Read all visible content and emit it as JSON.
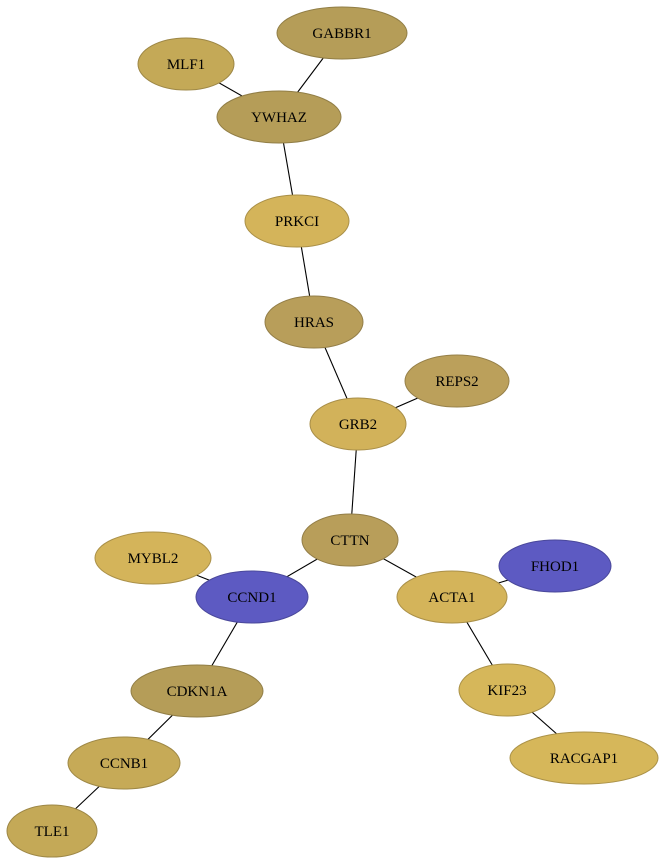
{
  "colors": {
    "tan_dark": "#B59D58",
    "tan_mid": "#C4A957",
    "tan_olive": "#B69C5A",
    "gold": "#D4B45A",
    "blue": "#5D5AC2"
  },
  "nodes": [
    {
      "id": "GABBR1",
      "label": "GABBR1",
      "color": "#B59D58"
    },
    {
      "id": "MLF1",
      "label": "MLF1",
      "color": "#C4A957"
    },
    {
      "id": "YWHAZ",
      "label": "YWHAZ",
      "color": "#B59D58"
    },
    {
      "id": "PRKCI",
      "label": "PRKCI",
      "color": "#D4B45A"
    },
    {
      "id": "HRAS",
      "label": "HRAS",
      "color": "#B89E5A"
    },
    {
      "id": "REPS2",
      "label": "REPS2",
      "color": "#BBA05B"
    },
    {
      "id": "GRB2",
      "label": "GRB2",
      "color": "#D2B25A"
    },
    {
      "id": "CTTN",
      "label": "CTTN",
      "color": "#B89E5A"
    },
    {
      "id": "MYBL2",
      "label": "MYBL2",
      "color": "#D4B45A"
    },
    {
      "id": "FHOD1",
      "label": "FHOD1",
      "color": "#5D5AC2"
    },
    {
      "id": "CCND1",
      "label": "CCND1",
      "color": "#5D5AC2"
    },
    {
      "id": "ACTA1",
      "label": "ACTA1",
      "color": "#D4B45A"
    },
    {
      "id": "CDKN1A",
      "label": "CDKN1A",
      "color": "#B59D58"
    },
    {
      "id": "KIF23",
      "label": "KIF23",
      "color": "#D6B75A"
    },
    {
      "id": "CCNB1",
      "label": "CCNB1",
      "color": "#C6AA57"
    },
    {
      "id": "RACGAP1",
      "label": "RACGAP1",
      "color": "#D6B75A"
    },
    {
      "id": "TLE1",
      "label": "TLE1",
      "color": "#C4A957"
    }
  ],
  "edges": [
    {
      "source": "GABBR1",
      "target": "YWHAZ"
    },
    {
      "source": "MLF1",
      "target": "YWHAZ"
    },
    {
      "source": "YWHAZ",
      "target": "PRKCI"
    },
    {
      "source": "PRKCI",
      "target": "HRAS"
    },
    {
      "source": "HRAS",
      "target": "GRB2"
    },
    {
      "source": "REPS2",
      "target": "GRB2"
    },
    {
      "source": "GRB2",
      "target": "CTTN"
    },
    {
      "source": "CTTN",
      "target": "CCND1"
    },
    {
      "source": "CTTN",
      "target": "ACTA1"
    },
    {
      "source": "MYBL2",
      "target": "CCND1"
    },
    {
      "source": "FHOD1",
      "target": "ACTA1"
    },
    {
      "source": "CCND1",
      "target": "CDKN1A"
    },
    {
      "source": "ACTA1",
      "target": "KIF23"
    },
    {
      "source": "CDKN1A",
      "target": "CCNB1"
    },
    {
      "source": "KIF23",
      "target": "RACGAP1"
    },
    {
      "source": "CCNB1",
      "target": "TLE1"
    }
  ]
}
